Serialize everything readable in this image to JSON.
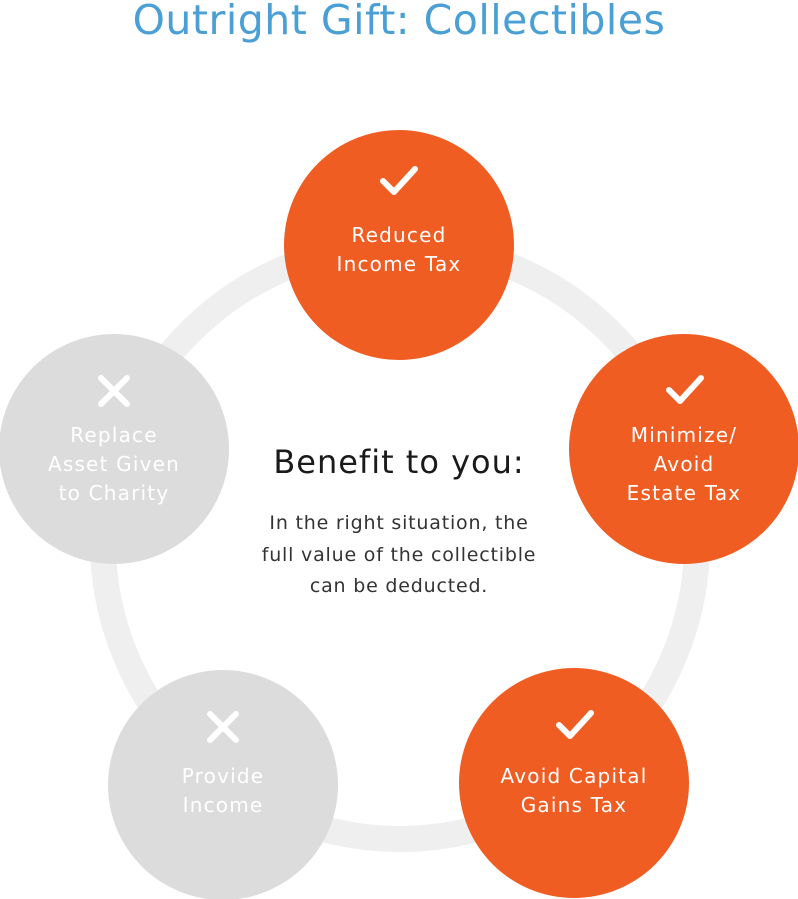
{
  "title": "Outright Gift: Collectibles",
  "colors": {
    "title": "#4a9fd4",
    "benefit_yes": "#f05d23",
    "benefit_no": "#dcdcdc",
    "ring": "#efefef"
  },
  "center": {
    "heading": "Benefit to you:",
    "body": "In the right situation, the full value of the collectible can be deducted."
  },
  "benefits": [
    {
      "label": "Reduced\nIncome Tax",
      "status": "yes",
      "icon": "check-icon"
    },
    {
      "label": "Minimize/\nAvoid\nEstate Tax",
      "status": "yes",
      "icon": "check-icon"
    },
    {
      "label": "Avoid Capital\nGains Tax",
      "status": "yes",
      "icon": "check-icon"
    },
    {
      "label": "Provide\nIncome",
      "status": "no",
      "icon": "cross-icon"
    },
    {
      "label": "Replace\nAsset Given\nto Charity",
      "status": "no",
      "icon": "cross-icon"
    }
  ]
}
